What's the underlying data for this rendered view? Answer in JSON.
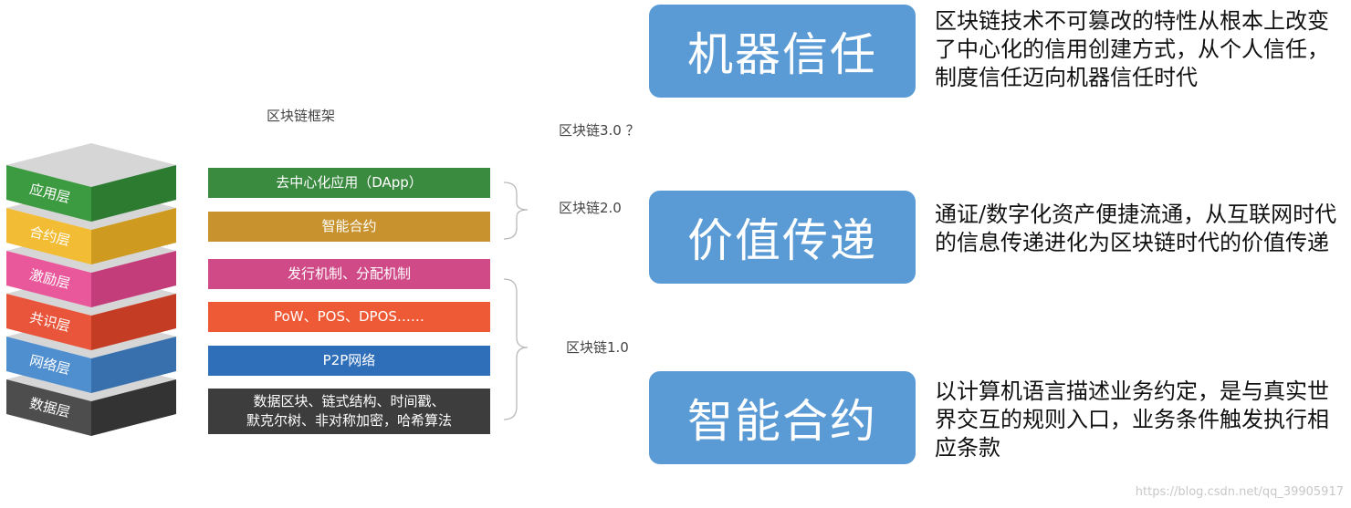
{
  "framework": {
    "title": "区块链框架",
    "layers": [
      {
        "label": "应用层",
        "front": "#3c9a40",
        "side": "#2c7b31",
        "top": "#d6d6d6"
      },
      {
        "label": "合约层",
        "front": "#f2bc35",
        "side": "#cf9a20",
        "top": "#d6d6d6"
      },
      {
        "label": "激励层",
        "front": "#e8589a",
        "side": "#c43d7b",
        "top": "#d6d6d6"
      },
      {
        "label": "共识层",
        "front": "#e9553a",
        "side": "#c43c24",
        "top": "#d6d6d6"
      },
      {
        "label": "网络层",
        "front": "#4f8fd0",
        "side": "#3770ad",
        "top": "#d6d6d6"
      },
      {
        "label": "数据层",
        "front": "#4d4d4d",
        "side": "#333333",
        "top": "#d6d6d6"
      }
    ],
    "bars": [
      {
        "text": "去中心化应用（DApp）",
        "color": "#3a8a3f"
      },
      {
        "text": "智能合约",
        "color": "#c8922e"
      },
      {
        "text": "发行机制、分配机制",
        "color": "#cf4a86"
      },
      {
        "text": "PoW、POS、DPOS……",
        "color": "#ef5a36"
      },
      {
        "text": "P2P网络",
        "color": "#2f6fba"
      },
      {
        "text": "数据区块、链式结构、时间戳、\n默克尔树、非对称加密，哈希算法",
        "color": "#3d3d3d"
      }
    ],
    "versions": {
      "v3": "区块链3.0 ？",
      "v2": "区块链2.0",
      "v1": "区块链1.0"
    }
  },
  "features": [
    {
      "title": "机器信任",
      "description": "区块链技术不可篡改的特性从根本上改变了中心化的信用创建方式，从个人信任，制度信任迈向机器信任时代"
    },
    {
      "title": "价值传递",
      "description": "通证/数字化资产便捷流通，从互联网时代的信息传递进化为区块链时代的价值传递"
    },
    {
      "title": "智能合约",
      "description": "以计算机语言描述业务约定，是与真实世界交互的规则入口，业务条件触发执行相应条款"
    }
  ],
  "watermark": "https://blog.csdn.net/qq_39905917",
  "colors": {
    "pill": "#5b9bd5",
    "brace": "#b9b9b9"
  }
}
